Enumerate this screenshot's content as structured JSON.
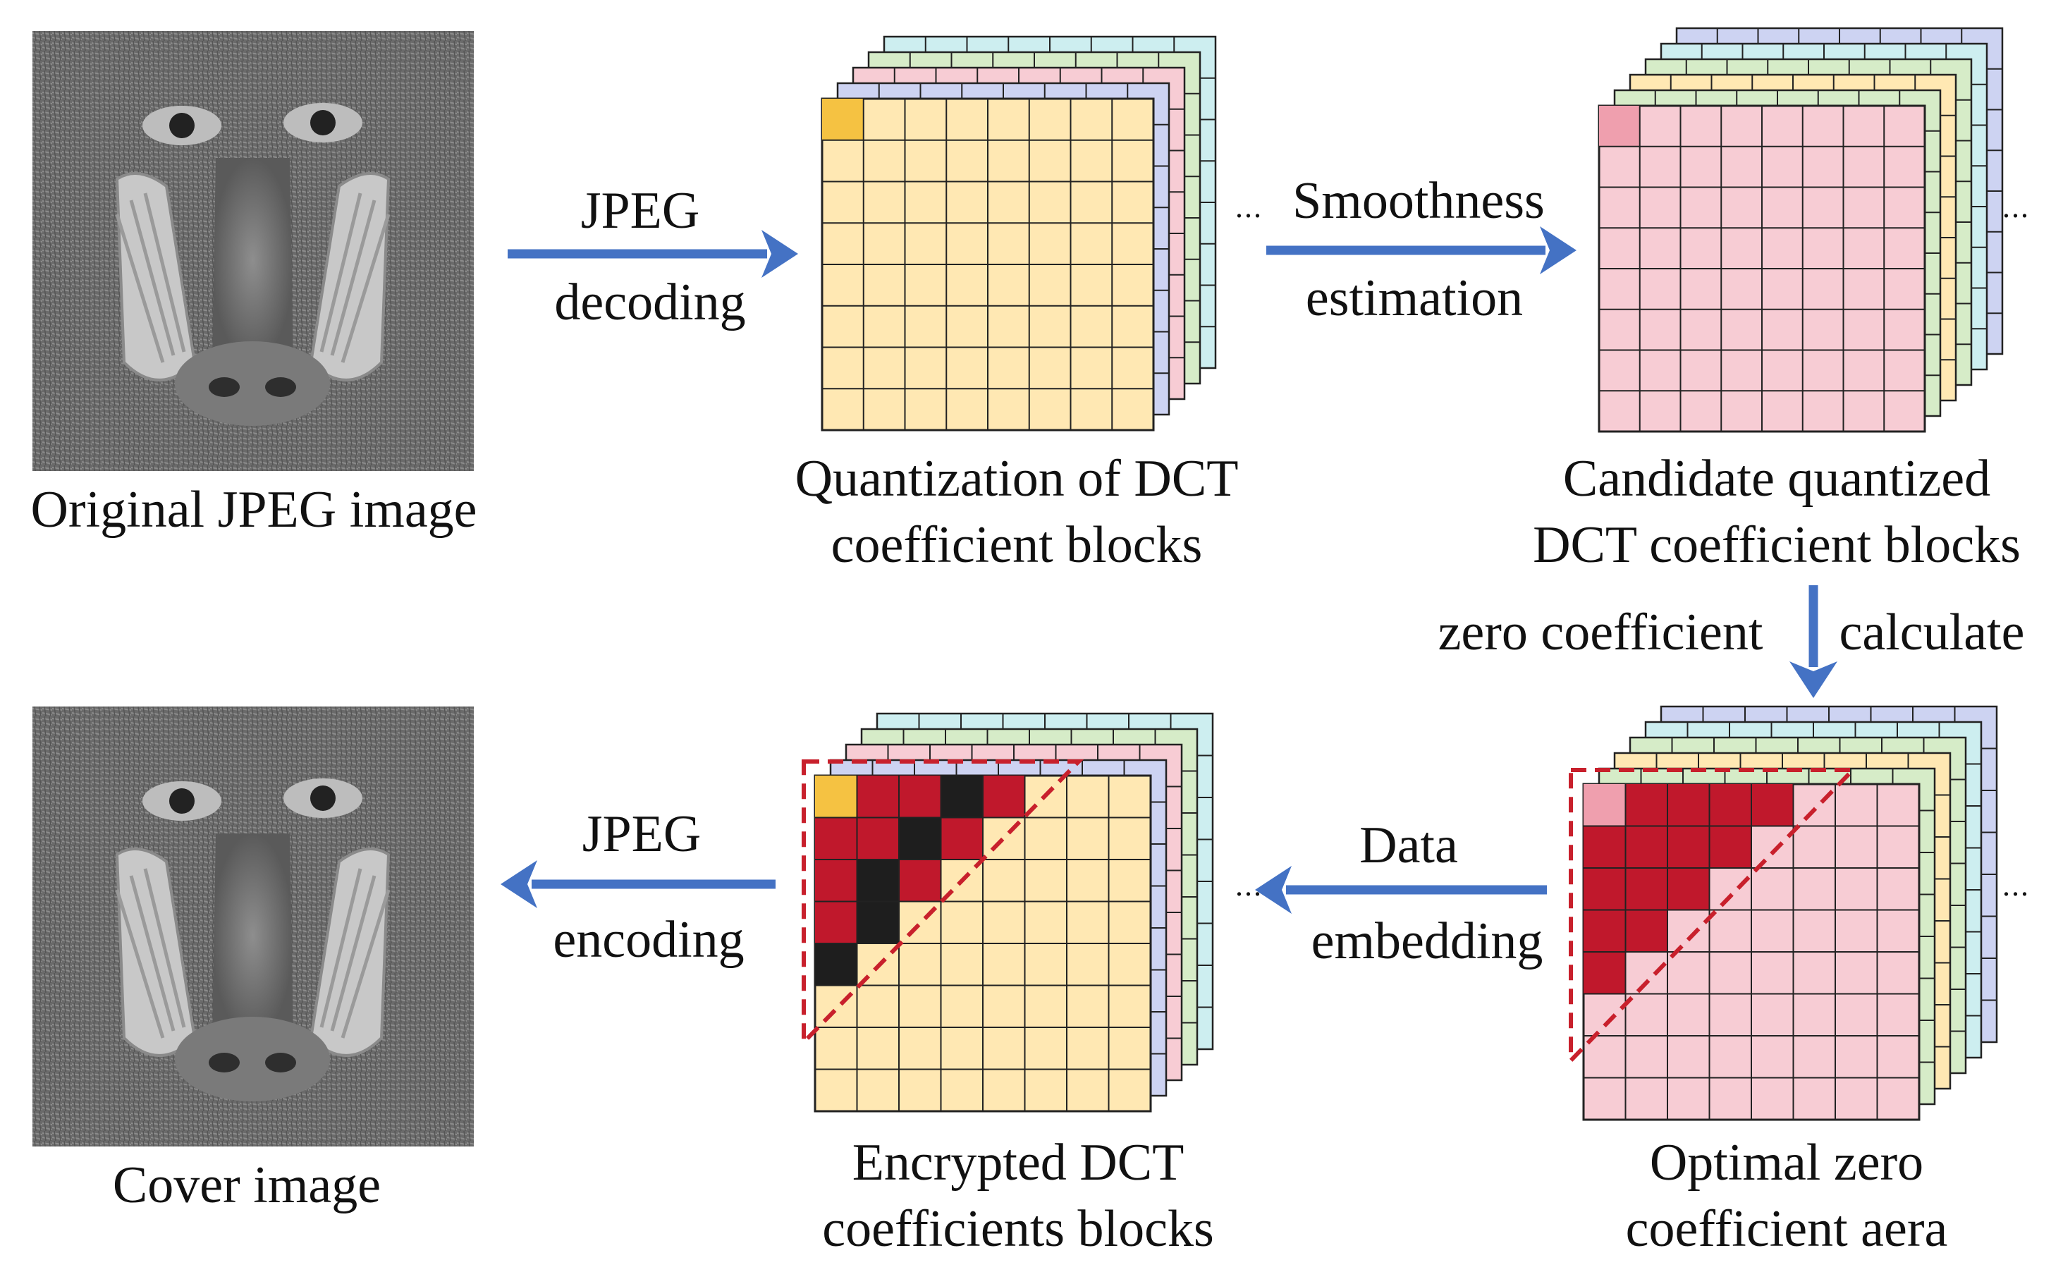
{
  "top_row": {
    "original_caption": "Original JPEG image",
    "decode_arrow": {
      "line1": "JPEG",
      "line2": "decoding"
    },
    "quant_caption": {
      "line1": "Quantization of DCT",
      "line2": "coefficient blocks"
    },
    "smooth_arrow": {
      "line1": "Smoothness",
      "line2": "estimation"
    },
    "candidate_caption": {
      "line1": "Candidate quantized",
      "line2": "DCT coefficient blocks"
    }
  },
  "middle": {
    "left_label": "zero coefficient",
    "right_label": "calculate"
  },
  "bottom_row": {
    "cover_caption": "Cover image",
    "encode_arrow": {
      "line1": "JPEG",
      "line2": "encoding"
    },
    "encrypted_caption": {
      "line1": "Encrypted DCT",
      "line2": "coefficients blocks"
    },
    "embed_arrow": {
      "line1": "Data",
      "line2": "embedding"
    },
    "optimal_caption": {
      "line1": "Optimal zero",
      "line2": "coefficient aera"
    }
  },
  "ellipsis": "...",
  "colors": {
    "arrow": "#4472c4",
    "yellow_block": "#ffe8b3",
    "yellow_corner": "#f5c242",
    "pink_block": "#f7ccd4",
    "pink_corner": "#ef9fae",
    "red_cell": "#c0182c",
    "black_cell": "#1e1e1e",
    "dash": "#c8202c",
    "stack_back": [
      "#cdd3f2",
      "#f7ccd4",
      "#d6ecc8",
      "#cdeef0"
    ],
    "stack_back_candidate": [
      "#d6ecc8",
      "#ffe8b3",
      "#d6ecc8",
      "#cdeef0",
      "#cdd3f2"
    ]
  }
}
